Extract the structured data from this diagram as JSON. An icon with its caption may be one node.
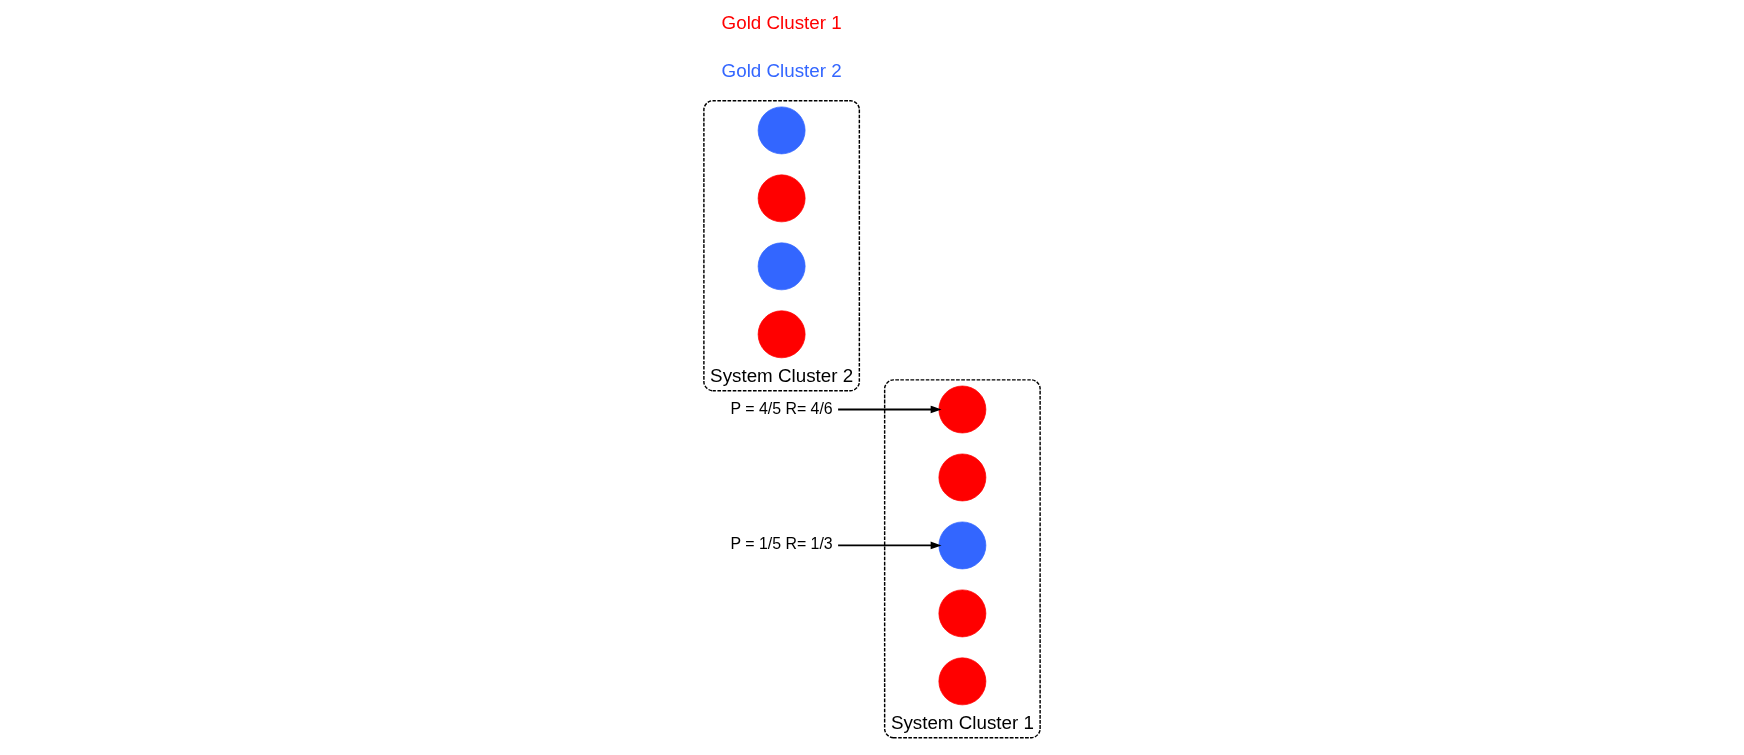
{
  "diagram": {
    "nodes": [
      {
        "text": [
          "P = 4/5 R= 4/6"
        ]
      },
      {
        "text": [
          "System Cluster 1"
        ]
      },
      {
        "text": [],
        "shape": "circle",
        "in": 1
      },
      {
        "text": [],
        "shape": "circle",
        "in": 1
      },
      {
        "text": [],
        "shape": "circle",
        "in": 1
      },
      {
        "text": [],
        "shape": "circle",
        "in": 1
      },
      {
        "text": [],
        "shape": "circle",
        "in": 1
      },
      {
        "text": [
          "P = 1/5 R= 1/3"
        ]
      },
      {
        "text": [
          "System Cluster 2"
        ]
      },
      {
        "text": [],
        "shape": "circle",
        "in": 8
      },
      {
        "text": [],
        "shape": "circle",
        "in": 8
      },
      {
        "text": [],
        "shape": "circle",
        "in": 8
      },
      {
        "text": [],
        "shape": "circle",
        "in": 8
      }
    ],
    "edges": [
      {
        "from": 0,
        "to": 2,
        "arrow": "to"
      },
      {
        "from": 7,
        "to": 4,
        "arrow": "to"
      }
    ],
    "legend": [
      {
        "text": "Gold Cluster 1",
        "color": "#ff0000"
      },
      {
        "text": "Gold Cluster 2",
        "color": "#3366ff"
      }
    ]
  }
}
